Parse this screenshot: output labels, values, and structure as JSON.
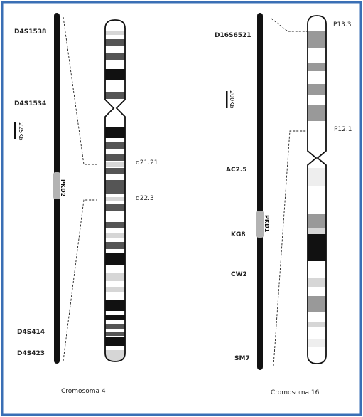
{
  "chr4": {
    "caption": "Cromosoma 4",
    "gene": "PKD2",
    "scale": "225Kb",
    "markers": [
      "D4S1538",
      "D4S1534",
      "D4S414",
      "D4S423"
    ],
    "bands": [
      "q21.21",
      "q22.3"
    ]
  },
  "chr16": {
    "caption": "Cromosoma 16",
    "gene": "PKD1",
    "scale": "200Kb",
    "markers": [
      "D16S6521",
      "AC2.5",
      "KG8",
      "CW2",
      "SM7"
    ],
    "bands": [
      "P13.3",
      "P12.1"
    ]
  },
  "colors": {
    "frame": "#3a6fb5",
    "bar": "#111111",
    "gene_highlight": "#b3b3b3",
    "band_dark": "#111111",
    "band_mid": "#555555",
    "band_grey": "#999999",
    "band_light": "#d6d6d6"
  }
}
